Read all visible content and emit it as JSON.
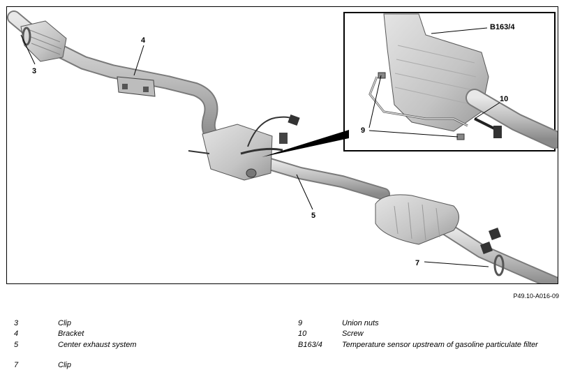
{
  "callouts": {
    "c3": "3",
    "c4": "4",
    "c5": "5",
    "c7": "7",
    "c9": "9",
    "c10": "10",
    "cB163": "B163/4"
  },
  "figure_code": "P49.10-A016-09",
  "legend": [
    {
      "num": "3",
      "text": "Clip"
    },
    {
      "num": "4",
      "text": "Bracket"
    },
    {
      "num": "5",
      "text": "Center exhaust system"
    },
    {
      "num": "7",
      "text": "Clip"
    },
    {
      "num": "9",
      "text": "Union nuts"
    },
    {
      "num": "10",
      "text": "Screw"
    },
    {
      "num": "B163/4",
      "text": "Temperature sensor upstream of gasoline particulate filter"
    }
  ],
  "colors": {
    "metal": "#c7c7c7",
    "metal_dark": "#8e8e8e",
    "metal_light": "#e6e6e6",
    "line": "#000000"
  }
}
